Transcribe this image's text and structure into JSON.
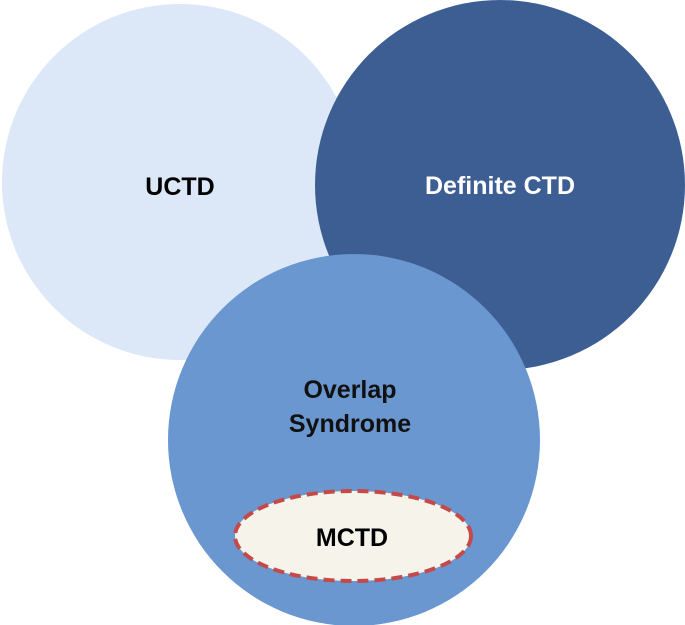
{
  "diagram": {
    "circles": [
      {
        "id": "uctd",
        "lines": [
          "UCTD"
        ],
        "fill": "#dce8f8",
        "text_color": "#000000"
      },
      {
        "id": "definite",
        "lines": [
          "Definite CTD"
        ],
        "fill": "#3d5e93",
        "text_color": "#ffffff"
      },
      {
        "id": "overlap",
        "lines": [
          "Overlap",
          "Syndrome"
        ],
        "fill": "#6a97cf",
        "text_color": "#111111"
      }
    ],
    "inner_ellipse": {
      "id": "mctd",
      "label": "MCTD",
      "fill": "#f5f3ea",
      "stroke": "#c44a4a",
      "text_color": "#000000"
    }
  }
}
